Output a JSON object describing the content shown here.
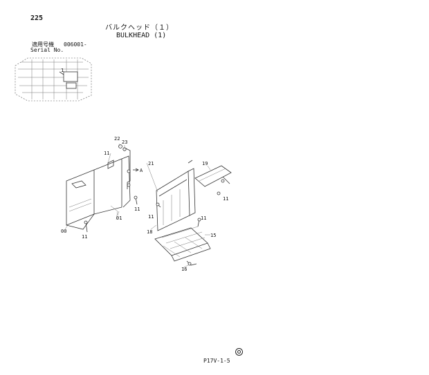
{
  "page": {
    "number": "225",
    "title_jp": "バルクヘッド（１）",
    "title_en": "BULKHEAD (1)",
    "serial_label_jp": "適用号機",
    "serial_value": "006001-",
    "serial_label_en": "Serial No."
  },
  "thumbnail": {
    "marker": "1"
  },
  "callouts": {
    "c22": "22",
    "c23": "23",
    "c11a": "11",
    "c21": "21",
    "arrowA": "A",
    "c11b": "11",
    "c01": "01",
    "c00": "00",
    "c11c": "11",
    "c19": "19",
    "c11d": "11",
    "c11e": "11",
    "c18": "18",
    "c11f": "11",
    "c15": "15",
    "c16": "16"
  },
  "footer": {
    "code": "P17V-1-5"
  }
}
